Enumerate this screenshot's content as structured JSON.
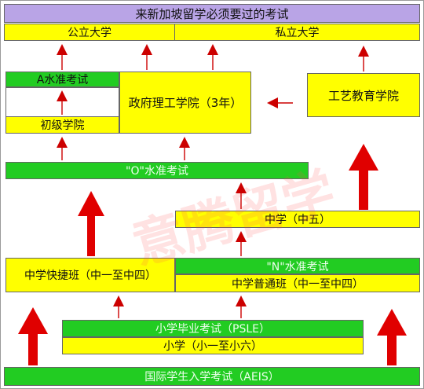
{
  "title": "来新加坡留学必须要过的考试",
  "universities": {
    "public": "公立大学",
    "private": "私立大学"
  },
  "a_level": "A水准考试",
  "junior_college": "初级学院",
  "polytechnic": "政府理工学院（3年）",
  "ite": "工艺教育学院",
  "o_level": "\"O\"水准考试",
  "sec5": "中学（中五）",
  "n_level": "\"N\"水准考试",
  "express": "中学快捷班（中一至中四）",
  "normal": "中学普通班（中一至中四）",
  "psle": "小学毕业考试（PSLE）",
  "primary": "小学（小一至小六）",
  "aeis": "国际学生入学考试（AEIS）",
  "watermark": "意腾留学",
  "colors": {
    "yellow": "#ffff00",
    "green": "#22cc22",
    "purple": "#b9a4e6",
    "arrow": "#cc0000"
  }
}
